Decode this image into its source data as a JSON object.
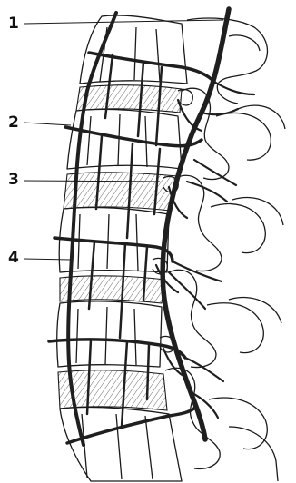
{
  "figure": {
    "callouts": [
      {
        "id": "1",
        "text": "1"
      },
      {
        "id": "2",
        "text": "2"
      },
      {
        "id": "3",
        "text": "3"
      },
      {
        "id": "4",
        "text": "4"
      }
    ],
    "colors": {
      "line": "#1a1a1a",
      "vessel": "#1f1f1f",
      "hatch": "#6b6b6b",
      "background": "#ffffff"
    }
  }
}
